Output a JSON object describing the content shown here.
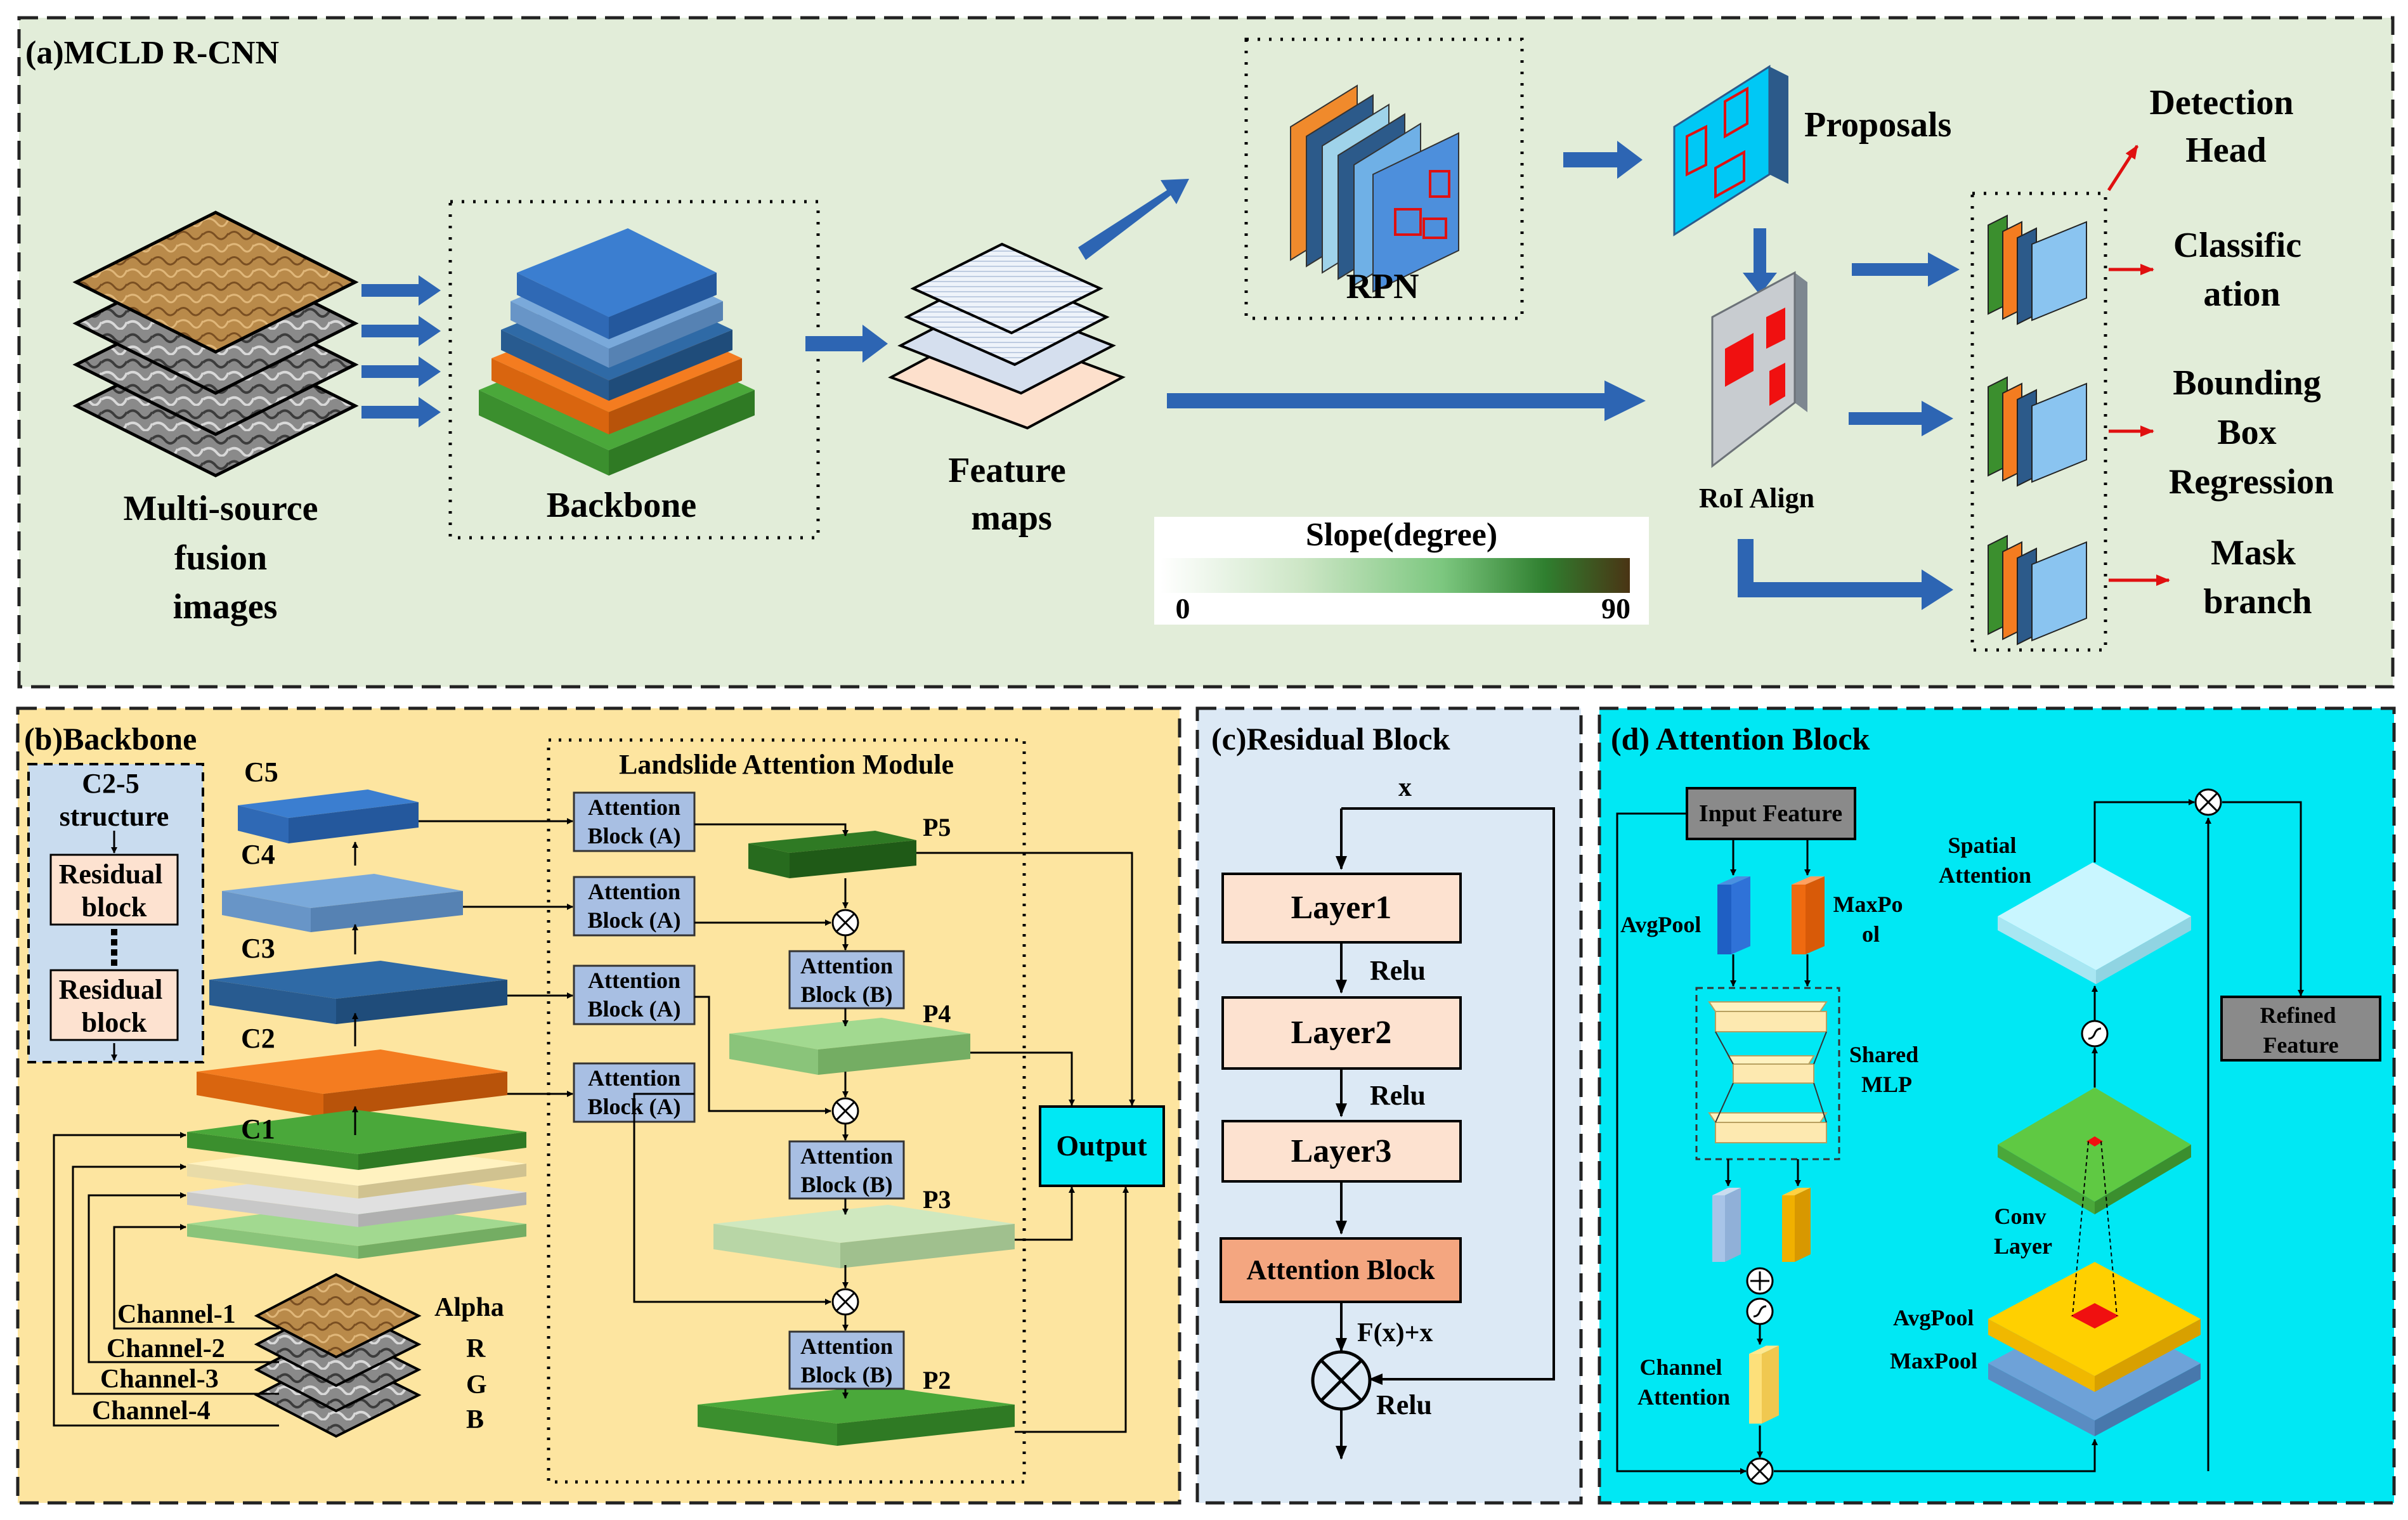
{
  "panel_a": {
    "title": "(a)MCLD R-CNN",
    "input_label": [
      "Multi-source",
      "fusion",
      "images"
    ],
    "backbone_label": "Backbone",
    "feature_label": [
      "Feature",
      "maps"
    ],
    "rpn_label": "RPN",
    "proposals_label": "Proposals",
    "roi_label": "RoI Align",
    "detection_label": [
      "Detection",
      "Head"
    ],
    "classification_label": [
      "Classific",
      "ation"
    ],
    "bbox_label": [
      "Bounding",
      "Box",
      "Regression"
    ],
    "mask_label": [
      "Mask",
      "branch"
    ],
    "colorbar": {
      "title": "Slope(degree)",
      "min_label": "0",
      "max_label": "90",
      "colors": [
        "#ffffff",
        "#cde6c6",
        "#7cc77f",
        "#2f7f2f",
        "#4a3414"
      ]
    }
  },
  "panel_b": {
    "title": "(b)Backbone",
    "module_title": "Landslide Attention Module",
    "c25_title": [
      "C2-5",
      "structure"
    ],
    "residual_label": [
      "Residual",
      "block"
    ],
    "c_labels": [
      "C5",
      "C4",
      "C3",
      "C2",
      "C1"
    ],
    "attention_a": [
      "Attention",
      "Block (A)"
    ],
    "attention_b": [
      "Attention",
      "Block (B)"
    ],
    "p_labels": [
      "P5",
      "P4",
      "P3",
      "P2"
    ],
    "output_label": "Output",
    "channel_labels": [
      "Channel-1",
      "Channel-2",
      "Channel-3",
      "Channel-4"
    ],
    "band_labels": [
      "Alpha",
      "R",
      "G",
      "B"
    ]
  },
  "panel_c": {
    "title": "(c)Residual Block",
    "x_label": "x",
    "layers": [
      "Layer1",
      "Layer2",
      "Layer3"
    ],
    "relu_label": "Relu",
    "attention_label": "Attention Block",
    "fx_label": "F(x)+x"
  },
  "panel_d": {
    "title": "(d) Attention Block",
    "input_feature": "Input Feature",
    "avgpool": "AvgPool",
    "maxpool": [
      "MaxPo",
      "ol"
    ],
    "shared_mlp": [
      "Shared",
      "MLP"
    ],
    "channel_attention": [
      "Channel",
      "Attention"
    ],
    "spatial_attention": [
      "Spatial",
      "Attention"
    ],
    "conv_layer": [
      "Conv",
      "Layer"
    ],
    "avgpool_small": "AvgPool",
    "maxpool_small": "MaxPool",
    "refined_feature": [
      "Refined",
      "Feature"
    ]
  },
  "colors": {
    "panel_a_bg": "#e2edd9",
    "panel_b_bg": "#fde5a0",
    "panel_c_bg": "#dce9f5",
    "panel_d_bg": "#00e8f4",
    "arrow_blue": "#2d65b3",
    "output_box": "#00e8f4",
    "attention_box": "#a8bfe3"
  }
}
